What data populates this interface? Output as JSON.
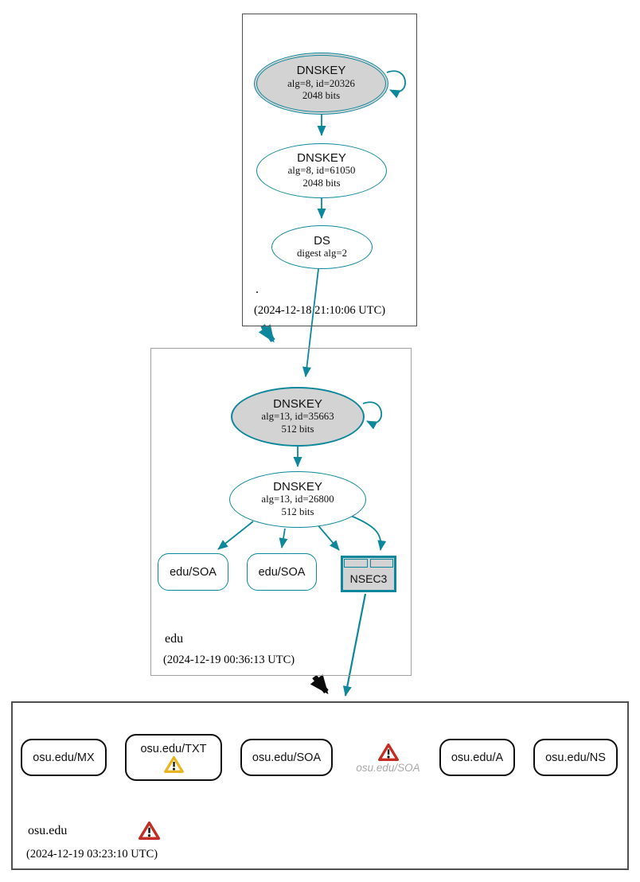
{
  "zones": {
    "root": {
      "label": ".",
      "timestamp": "(2024-12-18 21:10:06 UTC)"
    },
    "edu": {
      "label": "edu",
      "timestamp": "(2024-12-19 00:36:13 UTC)"
    },
    "osu": {
      "label": "osu.edu",
      "timestamp": "(2024-12-19 03:23:10 UTC)"
    }
  },
  "nodes": {
    "root_ksk": {
      "title": "DNSKEY",
      "meta1": "alg=8, id=20326",
      "meta2": "2048 bits"
    },
    "root_zsk": {
      "title": "DNSKEY",
      "meta1": "alg=8, id=61050",
      "meta2": "2048 bits"
    },
    "root_ds": {
      "title": "DS",
      "meta1": "digest alg=2"
    },
    "edu_ksk": {
      "title": "DNSKEY",
      "meta1": "alg=13, id=35663",
      "meta2": "512 bits"
    },
    "edu_zsk": {
      "title": "DNSKEY",
      "meta1": "alg=13, id=26800",
      "meta2": "512 bits"
    },
    "edu_soa_1": {
      "label": "edu/SOA"
    },
    "edu_soa_2": {
      "label": "edu/SOA"
    },
    "edu_nsec3": {
      "label": "NSEC3"
    },
    "osu_mx": {
      "label": "osu.edu/MX"
    },
    "osu_txt": {
      "label": "osu.edu/TXT"
    },
    "osu_soa": {
      "label": "osu.edu/SOA"
    },
    "osu_soa_err": {
      "label": "osu.edu/SOA"
    },
    "osu_a": {
      "label": "osu.edu/A"
    },
    "osu_ns": {
      "label": "osu.edu/NS"
    }
  },
  "colors": {
    "secure_teal": "#0d879b",
    "node_fill_gray": "#d3d3d3",
    "warning_yellow": "#e8b41f",
    "error_red": "#c32e24",
    "ghost_text_gray": "#a9a9a9",
    "insecure_black": "#0f0f0f"
  }
}
